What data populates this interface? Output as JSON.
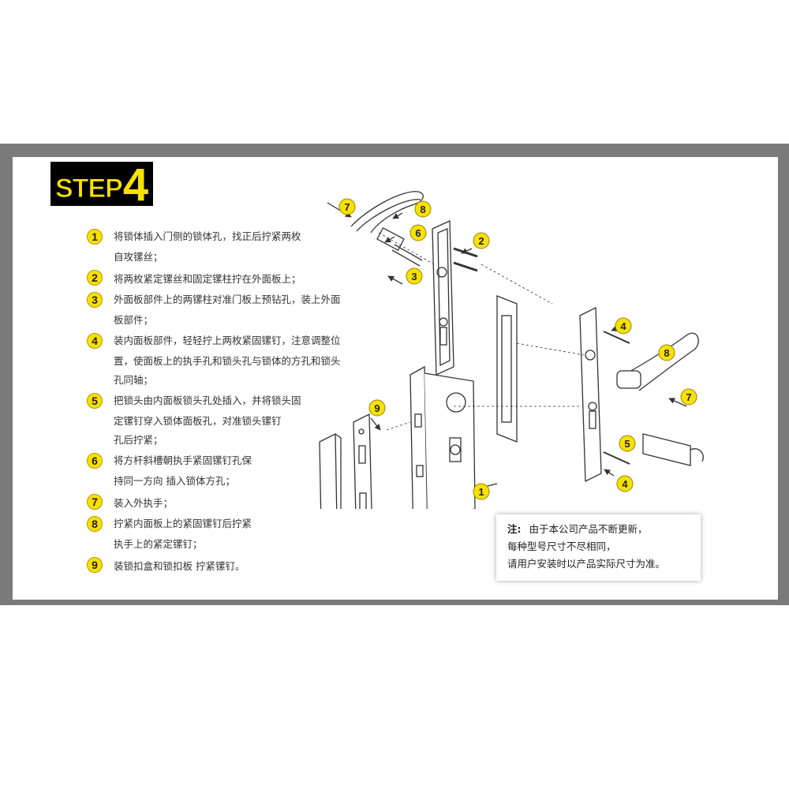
{
  "badge": {
    "word": "STEP",
    "number": "4"
  },
  "steps": [
    {
      "n": "1",
      "lines": [
        "将锁体插入门侧的锁体孔，找正后拧紧两枚",
        "自攻镙丝；"
      ]
    },
    {
      "n": "2",
      "lines": [
        "将两枚紧定镙丝和固定镙柱拧在外面板上；"
      ]
    },
    {
      "n": "3",
      "lines": [
        "外面板部件上的两镙柱对准门板上预钻孔，装上外面",
        "板部件；"
      ]
    },
    {
      "n": "4",
      "lines": [
        "装内面板部件，轻轻拧上两枚紧固镙钉，注意调整位",
        "置，使面板上的执手孔和锁头孔与锁体的方孔和锁头",
        "孔同轴；"
      ]
    },
    {
      "n": "5",
      "lines": [
        "把锁头由内面板锁头孔处插入，并将锁头固",
        "定镙钉穿入锁体面板孔，对准锁头镙钉",
        "孔后拧紧；"
      ]
    },
    {
      "n": "6",
      "lines": [
        "将方杆斜槽朝执手紧固镙钉孔保",
        "持同一方向 插入锁体方孔；"
      ]
    },
    {
      "n": "7",
      "lines": [
        "装入外执手；"
      ]
    },
    {
      "n": "8",
      "lines": [
        "拧紧内面板上的紧固镙钉后拧紧",
        "执手上的紧定镙钉；"
      ]
    },
    {
      "n": "9",
      "lines": [
        "装锁扣盒和锁扣板 拧紧镙钉。"
      ]
    }
  ],
  "callouts": [
    "7",
    "8",
    "6",
    "2",
    "3",
    "4",
    "8",
    "7",
    "9",
    "5",
    "1",
    "4"
  ],
  "note": {
    "label": "注:",
    "lines": [
      "由于本公司产品不断更新，",
      "每种型号尺寸不尽相同，",
      "请用户安装时以产品实际尺寸为准。"
    ]
  },
  "colors": {
    "frame": "#7a7a7a",
    "badge_bg": "#000000",
    "accent_yellow": "#f7e100"
  }
}
